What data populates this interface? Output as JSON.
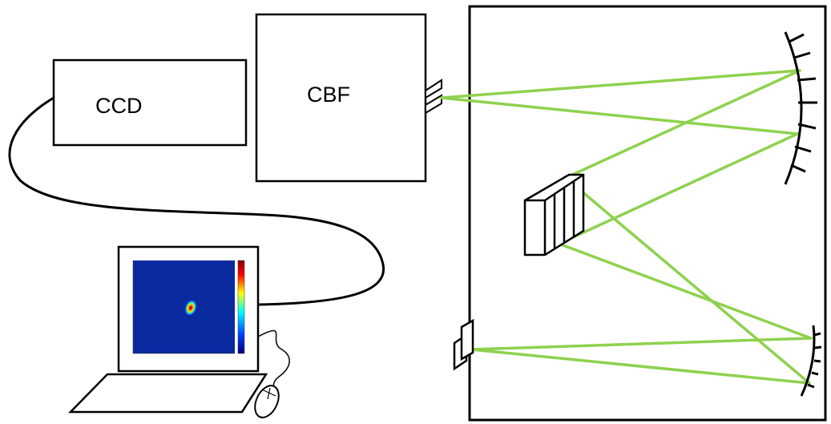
{
  "labels": {
    "ccd": "CCD",
    "cbf": "CBF"
  },
  "colors": {
    "beam": "#8fd14f",
    "outline": "#000000",
    "plot_background": "#0a2aa0"
  },
  "icons": [
    "ccd-camera-box",
    "cbf-box",
    "laptop-icon",
    "mouse-icon",
    "grating-icon",
    "concave-mirror-icon",
    "slit-icon"
  ]
}
